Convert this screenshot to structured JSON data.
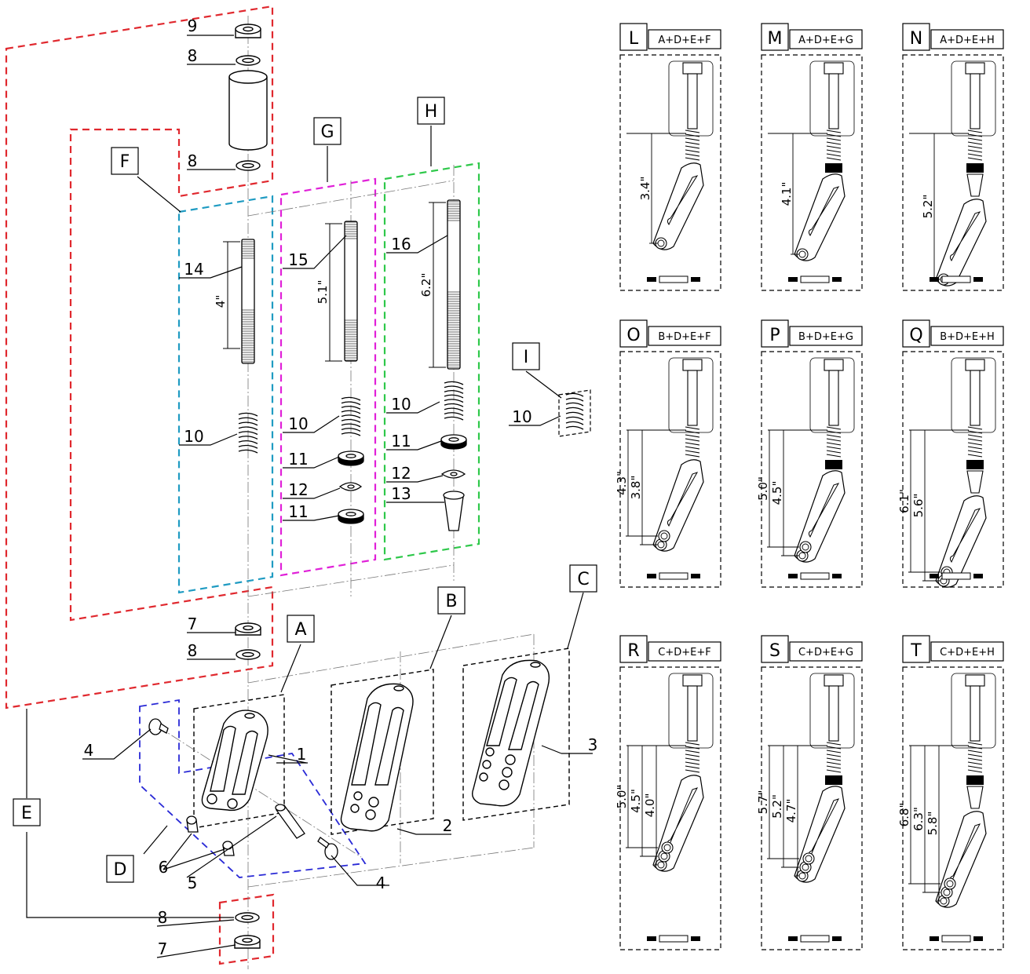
{
  "colors": {
    "red": "#e0282e",
    "cyan": "#1f9bc2",
    "magenta": "#e020d8",
    "green": "#2ec84a",
    "blue": "#2a2ad6",
    "black": "#000000"
  },
  "group_labels": {
    "A": "A",
    "B": "B",
    "C": "C",
    "D": "D",
    "E": "E",
    "F": "F",
    "G": "G",
    "H": "H",
    "I": "I"
  },
  "part_numbers": {
    "p1": "1",
    "p2": "2",
    "p3": "3",
    "p4a": "4",
    "p4b": "4",
    "p5": "5",
    "p6": "6",
    "p7a": "7",
    "p7b": "7",
    "p8a": "8",
    "p8b": "8",
    "p8c": "8",
    "p8d": "8",
    "p9": "9",
    "p10a": "10",
    "p10b": "10",
    "p10c": "10",
    "p10d": "10",
    "p11a": "11",
    "p11b": "11",
    "p11c": "11",
    "p12a": "12",
    "p12b": "12",
    "p13": "13",
    "p14": "14",
    "p15": "15",
    "p16": "16"
  },
  "rod_dimensions": {
    "r14": "4\"",
    "r15": "5.1\"",
    "r16": "6.2\""
  },
  "configurations": [
    {
      "letter": "L",
      "combo": "A+D+E+F",
      "dims": [
        "3.4\""
      ]
    },
    {
      "letter": "M",
      "combo": "A+D+E+G",
      "dims": [
        "4.1\""
      ]
    },
    {
      "letter": "N",
      "combo": "A+D+E+H",
      "dims": [
        "5.2\""
      ]
    },
    {
      "letter": "O",
      "combo": "B+D+E+F",
      "dims": [
        "4.3\"",
        "3.8\""
      ]
    },
    {
      "letter": "P",
      "combo": "B+D+E+G",
      "dims": [
        "5.0\"",
        "4.5\""
      ]
    },
    {
      "letter": "Q",
      "combo": "B+D+E+H",
      "dims": [
        "6.1\"",
        "5.6\""
      ]
    },
    {
      "letter": "R",
      "combo": "C+D+E+F",
      "dims": [
        "5.0\"",
        "4.5\"",
        "4.0\""
      ]
    },
    {
      "letter": "S",
      "combo": "C+D+E+G",
      "dims": [
        "5.7\"",
        "5.2\"",
        "4.7\""
      ]
    },
    {
      "letter": "T",
      "combo": "C+D+E+H",
      "dims": [
        "6.8\"",
        "6.3\"",
        "5.8\""
      ]
    }
  ]
}
